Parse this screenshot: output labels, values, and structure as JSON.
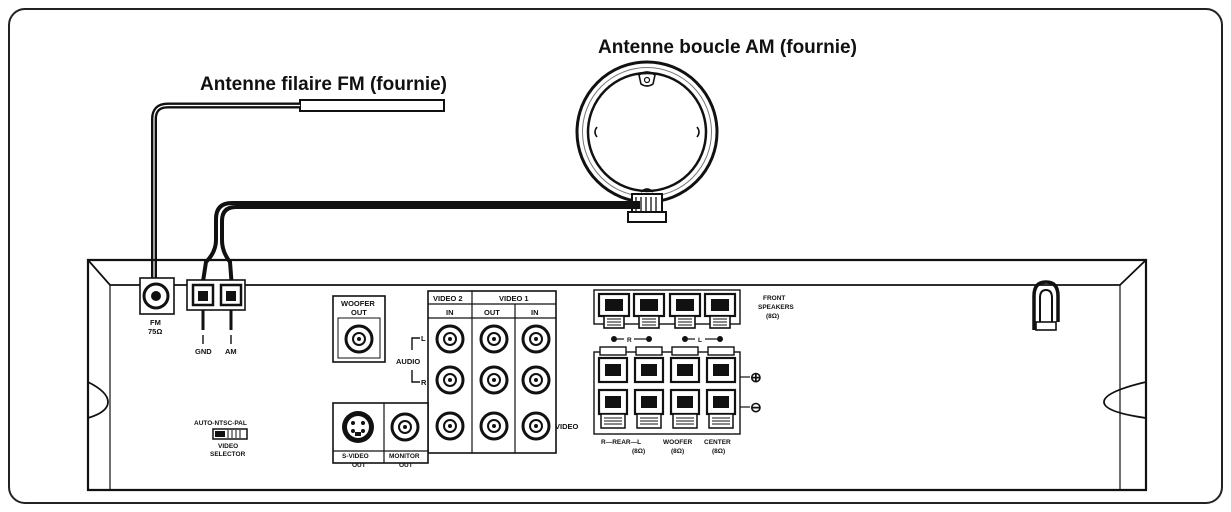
{
  "callouts": {
    "fm_antenna": "Antenne filaire FM (fournie)",
    "am_antenna": "Antenne boucle AM (fournie)"
  },
  "panel": {
    "fm_jack_line1": "FM",
    "fm_jack_line2": "75Ω",
    "gnd": "GND",
    "am": "AM",
    "woofer_out_line1": "WOOFER",
    "woofer_out_line2": "OUT",
    "video2": "VIDEO 2",
    "video1": "VIDEO 1",
    "col_in": "IN",
    "col_out": "OUT",
    "col_in2": "IN",
    "audio": "AUDIO",
    "audio_l": "L",
    "audio_r": "R",
    "video": "VIDEO",
    "svideo_line1": "S-VIDEO",
    "svideo_line2": "OUT",
    "monitor_line1": "MONITOR",
    "monitor_line2": "OUT",
    "selector_options": "AUTO-NTSC-PAL",
    "selector_line1": "VIDEO",
    "selector_line2": "SELECTOR",
    "front_line1": "FRONT",
    "front_line2": "SPEAKERS",
    "front_line3": "(8Ω)",
    "front_r": "R",
    "front_l": "L",
    "rear": "R—REAR—L",
    "rear_imp": "(8Ω)",
    "woofer": "WOOFER",
    "woofer_imp": "(8Ω)",
    "center": "CENTER",
    "center_imp": "(8Ω)",
    "plus": "⊕",
    "minus": "⊖"
  }
}
